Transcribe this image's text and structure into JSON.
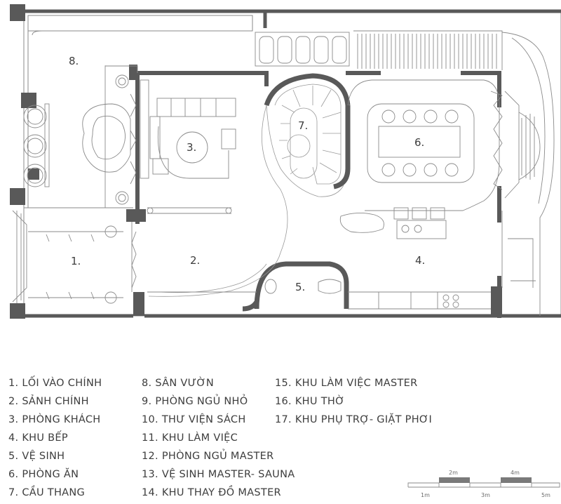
{
  "plan": {
    "room_labels": [
      "8.",
      "3.",
      "7.",
      "6.",
      "1.",
      "2.",
      "5.",
      "4."
    ]
  },
  "legend": {
    "column1": [
      "1. LỐI VÀO CHÍNH",
      "2. SẢNH CHÍNH",
      "3. PHÒNG KHÁCH",
      "4. KHU BẾP",
      "5. VỆ SINH",
      "6. PHÒNG ĂN",
      "7. CẦU THANG"
    ],
    "column2": [
      "8. SÂN VƯỜN",
      "9. PHÒNG NGỦ NHỎ",
      "10. THƯ VIỆN SÁCH",
      "11. KHU LÀM VIỆC",
      "12. PHÒNG NGỦ MASTER",
      "13. VỆ SINH MASTER- SAUNA",
      "14. KHU THAY ĐỒ MASTER"
    ],
    "column3": [
      "15. KHU LÀM VIỆC MASTER",
      "16. KHU THỜ",
      "17. KHU PHỤ TRỢ- GIẶT PHƠI"
    ]
  },
  "scale": {
    "top_labels": [
      "2m",
      "4m"
    ],
    "bottom_labels": [
      "1m",
      "3m",
      "5m"
    ]
  },
  "colors": {
    "wall": "#595959",
    "line": "#8a8a8a",
    "text": "#3d3d3d"
  }
}
